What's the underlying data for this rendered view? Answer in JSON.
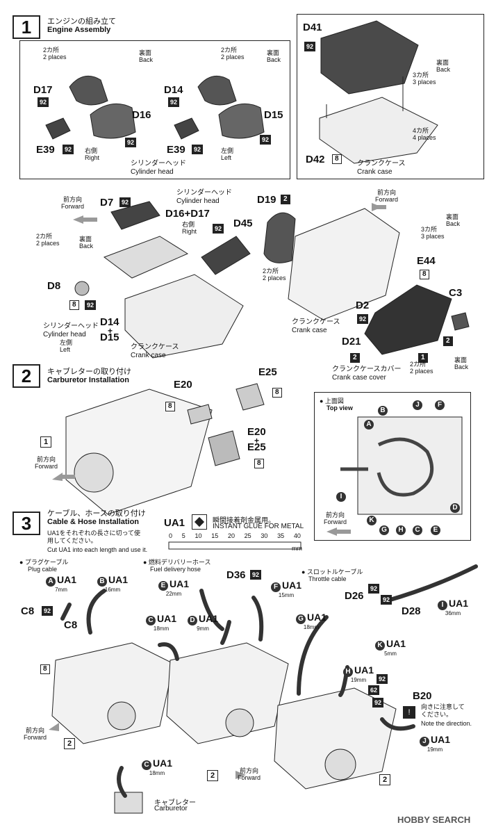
{
  "step1": {
    "num": "1",
    "title_jp": "エンジンの組み立て",
    "title_en": "Engine Assembly",
    "places2": "2カ所\n2 places",
    "back": "裏面\nBack",
    "places3": "3カ所\n3 places",
    "places4": "4カ所\n4 places",
    "labels": {
      "D17": "D17",
      "D16": "D16",
      "E39a": "E39",
      "D14": "D14",
      "D15": "D15",
      "E39b": "E39",
      "D41": "D41",
      "D42": "D42",
      "D7": "D7",
      "D16D17": "D16+D17",
      "D45": "D45",
      "D8": "D8",
      "D14D15a": "D14",
      "plus": "+",
      "D14D15b": "D15",
      "D19": "D19",
      "E44": "E44",
      "C3": "C3",
      "D2": "D2",
      "D21": "D21"
    },
    "parts": {
      "p92": "92",
      "p8": "8",
      "p2": "2",
      "p1": "1"
    },
    "right": "右側\nRight",
    "left": "左側\nLeft",
    "cyl_head": "シリンダーヘッド\nCylinder head",
    "crank_case": "クランクケース\nCrank case",
    "forward": "前方向\nForward",
    "crank_cover": "クランクケースカバー\nCrank case cover"
  },
  "step2": {
    "num": "2",
    "title_jp": "キャブレターの取り付け",
    "title_en": "Carburetor Installation",
    "labels": {
      "E20": "E20",
      "E25": "E25",
      "E20b": "E20",
      "plus": "+",
      "E25b": "E25"
    },
    "top_view_jp": "● 上面図",
    "top_view_en": "Top view",
    "callouts": [
      "A",
      "B",
      "J",
      "F",
      "I",
      "D",
      "K",
      "G",
      "H",
      "C",
      "E"
    ]
  },
  "step3": {
    "num": "3",
    "title_jp": "ケーブル、ホースの取り付け",
    "title_en": "Cable & Hose Installation",
    "glue_code": "UA1",
    "glue_jp": "瞬間接着剤金属用。",
    "glue_en": "INSTANT GLUE  FOR METAL",
    "ruler_ticks": [
      "0",
      "5",
      "10",
      "15",
      "20",
      "25",
      "30",
      "35",
      "40"
    ],
    "ruler_unit": "mm",
    "instr_jp": "UA1をそれぞれの長さに切って使用してください。",
    "instr_en": "Cut UA1 into each length and use it.",
    "plug_jp": "● プラグケーブル",
    "plug_en": "Plug cable",
    "fuel_jp": "● 燃料デリバリーホース",
    "fuel_en": "Fuel delivery hose",
    "throttle_jp": "● スロットルケーブル",
    "throttle_en": "Throttle cable",
    "ua": [
      {
        "k": "A",
        "len": "7mm"
      },
      {
        "k": "B",
        "len": "16mm"
      },
      {
        "k": "E",
        "len": "22mm"
      },
      {
        "k": "F",
        "len": "15mm"
      },
      {
        "k": "C",
        "len": "18mm"
      },
      {
        "k": "D",
        "len": "9mm"
      },
      {
        "k": "G",
        "len": "18mm"
      },
      {
        "k": "H",
        "len": "19mm"
      },
      {
        "k": "I",
        "len": "36mm"
      },
      {
        "k": "K",
        "len": "5mm"
      },
      {
        "k": "J",
        "len": "19mm"
      },
      {
        "k": "C",
        "len": "18mm"
      }
    ],
    "labels": {
      "C8a": "C8",
      "C8b": "C8",
      "D36": "D36",
      "D26": "D26",
      "D28": "D28",
      "B20": "B20"
    },
    "p62": "62",
    "direction_jp": "向きに注意して\nください。",
    "direction_en": "Note the direction.",
    "carb_jp": "キャブレター",
    "carb_en": "Carburetor",
    "forward": "前方向\nForward"
  },
  "watermark": "HOBBY SEARCH"
}
